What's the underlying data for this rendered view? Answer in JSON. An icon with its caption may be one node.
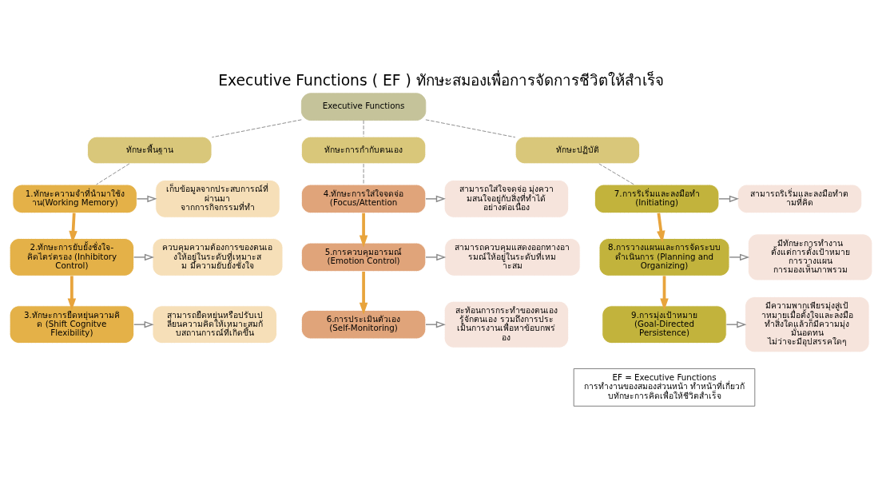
{
  "diagram": {
    "title": "Executive Functions ( EF ) ทักษะสมองเพื่อการจัดการชีวิตให้สำเร็จ",
    "nodes": [
      {
        "text": [
          "Executive Functions"
        ]
      },
      {
        "text": [
          "ทักษะพื้นฐาน"
        ]
      },
      {
        "text": [
          "ทักษะการกำกับตนเอง"
        ]
      },
      {
        "text": [
          "ทักษะปฏิบัติ"
        ]
      },
      {
        "text": [
          "1.ทักษะความจำที่นำมาใช้งาน(Working Memory)"
        ]
      },
      {
        "text": [
          "เก็บข้อมูลจากประสบการณ์ที่ผ่านมา จากการกิจกรรมที่ทำ"
        ]
      },
      {
        "text": [
          "2.ทักษะการยับยั้งชั่งใจ-คิดไตร่ตรอง (Inhibitory Control)"
        ]
      },
      {
        "text": [
          "ควบคุมความต้องการของตนเองให้อยู่ในระดับที่เหมาะสม มีความยับยั้งชั่งใจ"
        ]
      },
      {
        "text": [
          "3.ทักษะการยืดหยุ่นความคิด (Shift Cognitve Flexibility)"
        ]
      },
      {
        "text": [
          "สามารถยืดหยุ่นหรือปรับเปลี่ยนความคิดให้เหมาะสมกับสถานการณ์ที่เกิดขึ้น"
        ]
      },
      {
        "text": [
          "4.ทักษะการใส่ใจจดจ่อ (Focus/Attention"
        ]
      },
      {
        "text": [
          "สามารถใส่ใจจดจ่อ มุ่งความสนใจอยู่กับสิ่งที่ทำได้อย่างต่อเนื่อง"
        ]
      },
      {
        "text": [
          "5.การควบคุมอารมณ์ (Emotion Control)"
        ]
      },
      {
        "text": [
          "สามารถควบคุมแสดงออกทางอารมณ์ให้อยู่ในระดับที่เหมาะสม"
        ]
      },
      {
        "text": [
          "6.การประเมินตัวเอง (Self-Monitoring)"
        ]
      },
      {
        "text": [
          "สะท้อนการกระทำของตนเอง รู้จักตนเอง รวมถึงการประเมินการงานเพื่อหาข้อบกพร่อง"
        ]
      },
      {
        "text": [
          "7.การริเริ่มและลงมือทำ (Initiating)"
        ]
      },
      {
        "text": [
          "สามารถริเริ่มและลงมือทำตามที่คิด"
        ]
      },
      {
        "text": [
          "8.การวางแผนและการจัดระบบดำเนินการ (Planning and Organizing)"
        ]
      },
      {
        "text": [
          "มีทักษะการทำงาน ตั้งแต่การตั้งเป้าหมาย การวางแผน การมองเห็นภาพรวม"
        ]
      },
      {
        "text": [
          "9.การมุ่งเป้าหมาย (Goal-Directed Persistence)"
        ]
      },
      {
        "text": [
          "มีความพากเพียรมุ่งสู่เป้าหมายเมื่อตั้งใจและลงมือทำสิ่งใดแล้วก็มีความมุ่งมั่นอดทน ไม่ว่าจะมีอุปสรรคใดๆ"
        ]
      },
      {
        "text": [
          "EF = Executive Functions",
          "การทำงานของสมองส่วนหน้า ทำหน้าที่เกี่ยวกับทักษะการคิดเพื่อให้ชีวิตสำเร็จ"
        ]
      }
    ],
    "edges": [
      {
        "from": 0,
        "to": 1,
        "arrow": "none",
        "style": "dashed"
      },
      {
        "from": 0,
        "to": 2,
        "arrow": "none",
        "style": "dashed"
      },
      {
        "from": 0,
        "to": 3,
        "arrow": "none",
        "style": "dashed"
      },
      {
        "from": 1,
        "to": 4,
        "arrow": "none",
        "style": "dashed"
      },
      {
        "from": 2,
        "to": 10,
        "arrow": "none",
        "style": "dashed"
      },
      {
        "from": 3,
        "to": 16,
        "arrow": "none",
        "style": "dashed"
      },
      {
        "from": 4,
        "to": 5,
        "arrow": "to"
      },
      {
        "from": 4,
        "to": 6,
        "arrow": "to",
        "style": "thick",
        "color": "#e8a43c"
      },
      {
        "from": 6,
        "to": 7,
        "arrow": "to"
      },
      {
        "from": 6,
        "to": 8,
        "arrow": "to",
        "style": "thick",
        "color": "#e8a43c"
      },
      {
        "from": 8,
        "to": 9,
        "arrow": "to"
      },
      {
        "from": 10,
        "to": 11,
        "arrow": "to"
      },
      {
        "from": 10,
        "to": 12,
        "arrow": "to",
        "style": "thick",
        "color": "#e8a43c"
      },
      {
        "from": 12,
        "to": 13,
        "arrow": "to"
      },
      {
        "from": 12,
        "to": 14,
        "arrow": "to",
        "style": "thick",
        "color": "#e8a43c"
      },
      {
        "from": 14,
        "to": 15,
        "arrow": "to"
      },
      {
        "from": 16,
        "to": 17,
        "arrow": "to"
      },
      {
        "from": 16,
        "to": 18,
        "arrow": "to",
        "style": "thick",
        "color": "#e8a43c"
      },
      {
        "from": 18,
        "to": 19,
        "arrow": "to"
      },
      {
        "from": 18,
        "to": 20,
        "arrow": "to",
        "style": "thick",
        "color": "#e8a43c"
      },
      {
        "from": 20,
        "to": 21,
        "arrow": "to"
      }
    ]
  }
}
